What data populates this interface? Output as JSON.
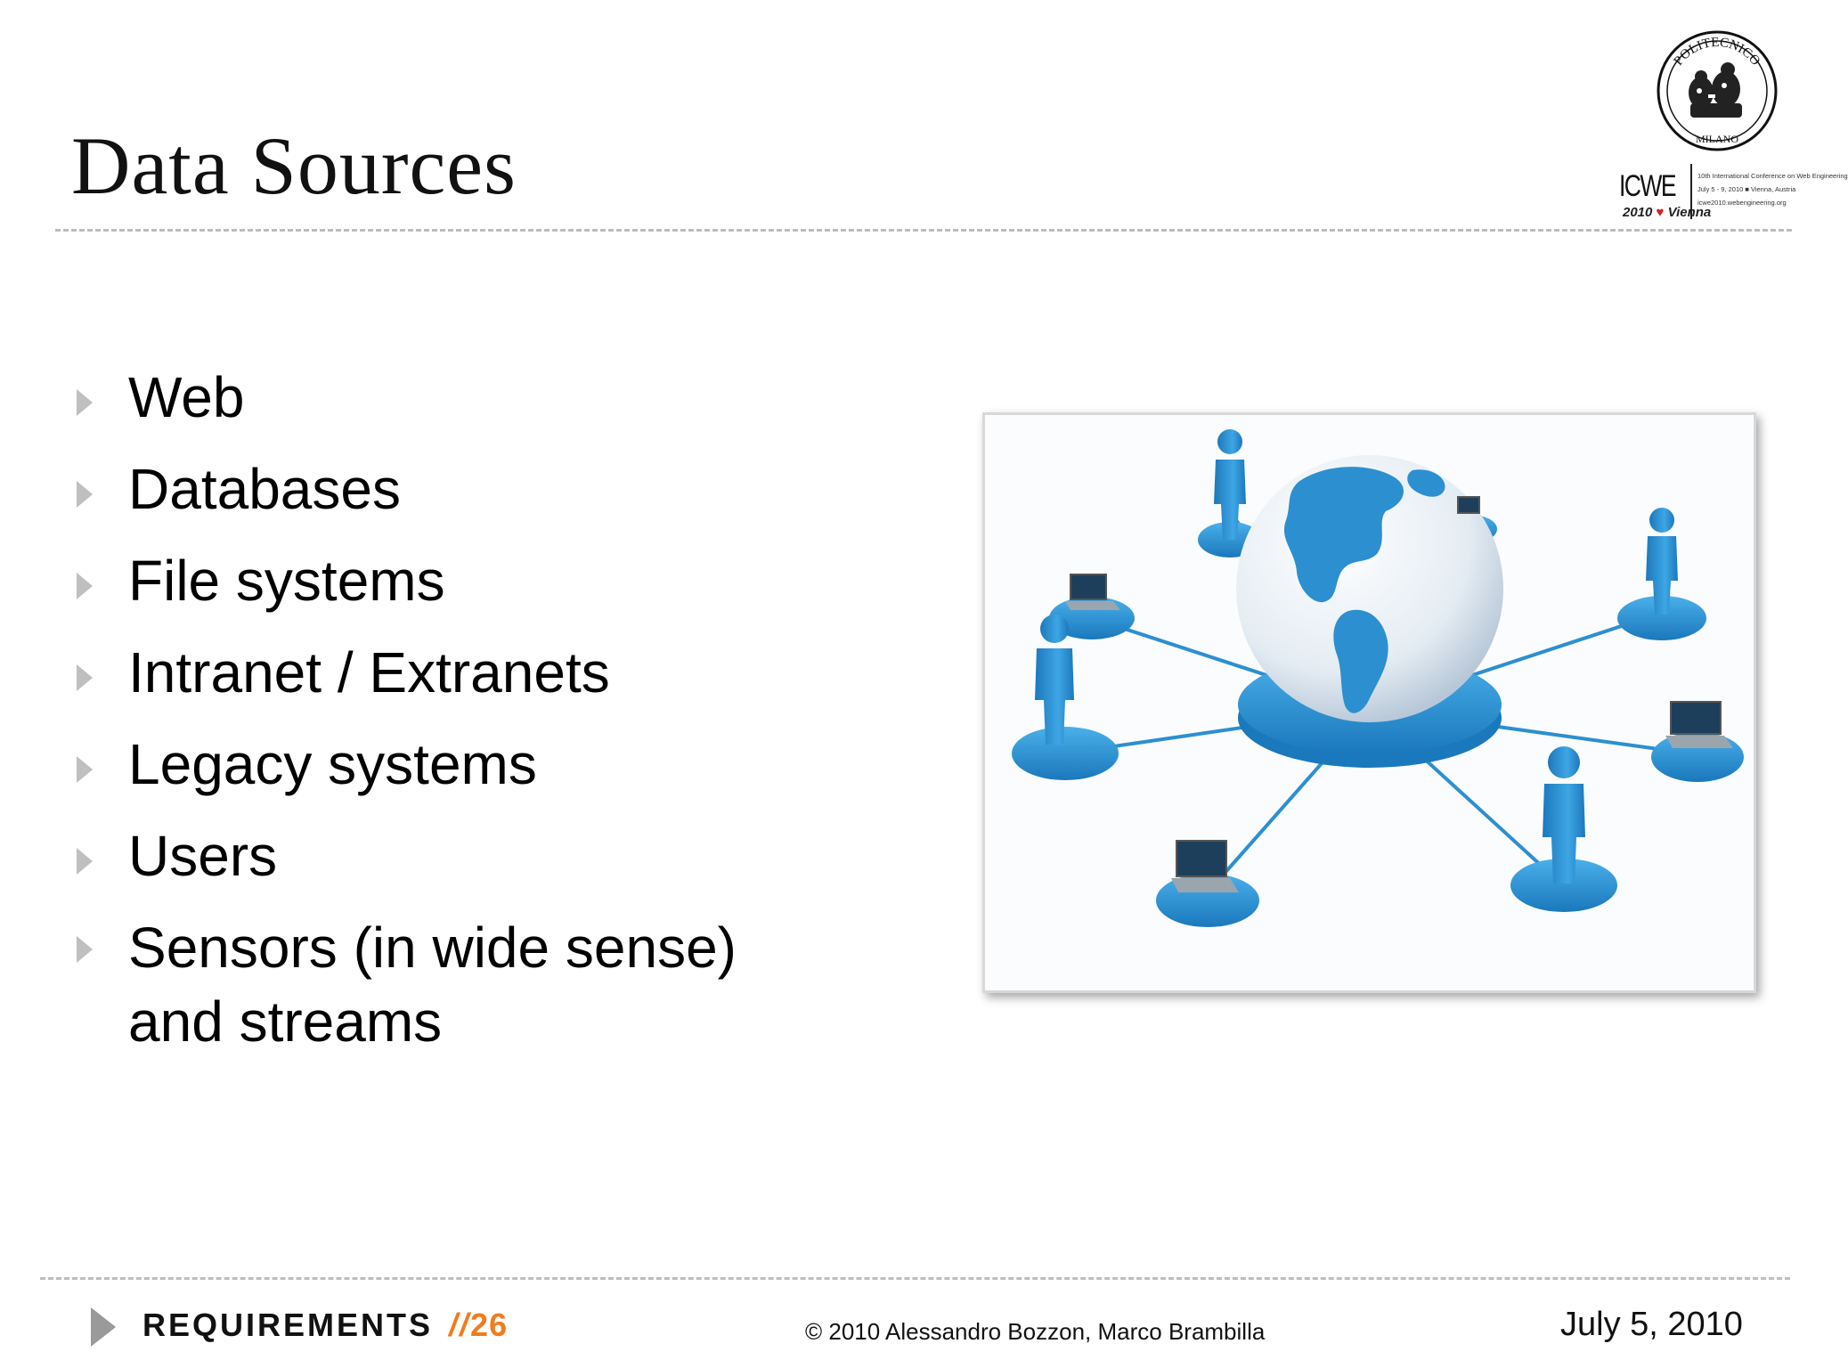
{
  "slide": {
    "title": "Data Sources",
    "bullets": [
      {
        "text": "Web"
      },
      {
        "text": "Databases"
      },
      {
        "text": "File systems"
      },
      {
        "text": "Intranet / Extranets"
      },
      {
        "text": "Legacy systems"
      },
      {
        "text": "Users"
      },
      {
        "text": "Sensors (in wide sense)",
        "text_line2": "and streams"
      }
    ],
    "image_icon": "globe-network-icon"
  },
  "logos": {
    "seal_icon": "politecnico-seal-icon",
    "seal_text_top": "POLITECNICO",
    "seal_text_bottom": "MILANO",
    "icwe_name": "ICWE",
    "icwe_year": "2010",
    "icwe_city": "Vienna",
    "icwe_line1": "10th International Conference on Web Engineering",
    "icwe_line2": "July 5 - 9, 2010 ■ Vienna, Austria",
    "icwe_line3": "icwe2010.webengineering.org"
  },
  "footer": {
    "section": "REQUIREMENTS",
    "slashes": "//",
    "page": "26",
    "copyright": "© 2010 Alessandro Bozzon, Marco Brambilla",
    "date": "July 5, 2010"
  },
  "colors": {
    "accent_orange": "#f07c1e",
    "bullet_gray": "#bfbfbf",
    "globe_blue": "#2c8fd0",
    "rule_gray": "#bdbdbd"
  }
}
